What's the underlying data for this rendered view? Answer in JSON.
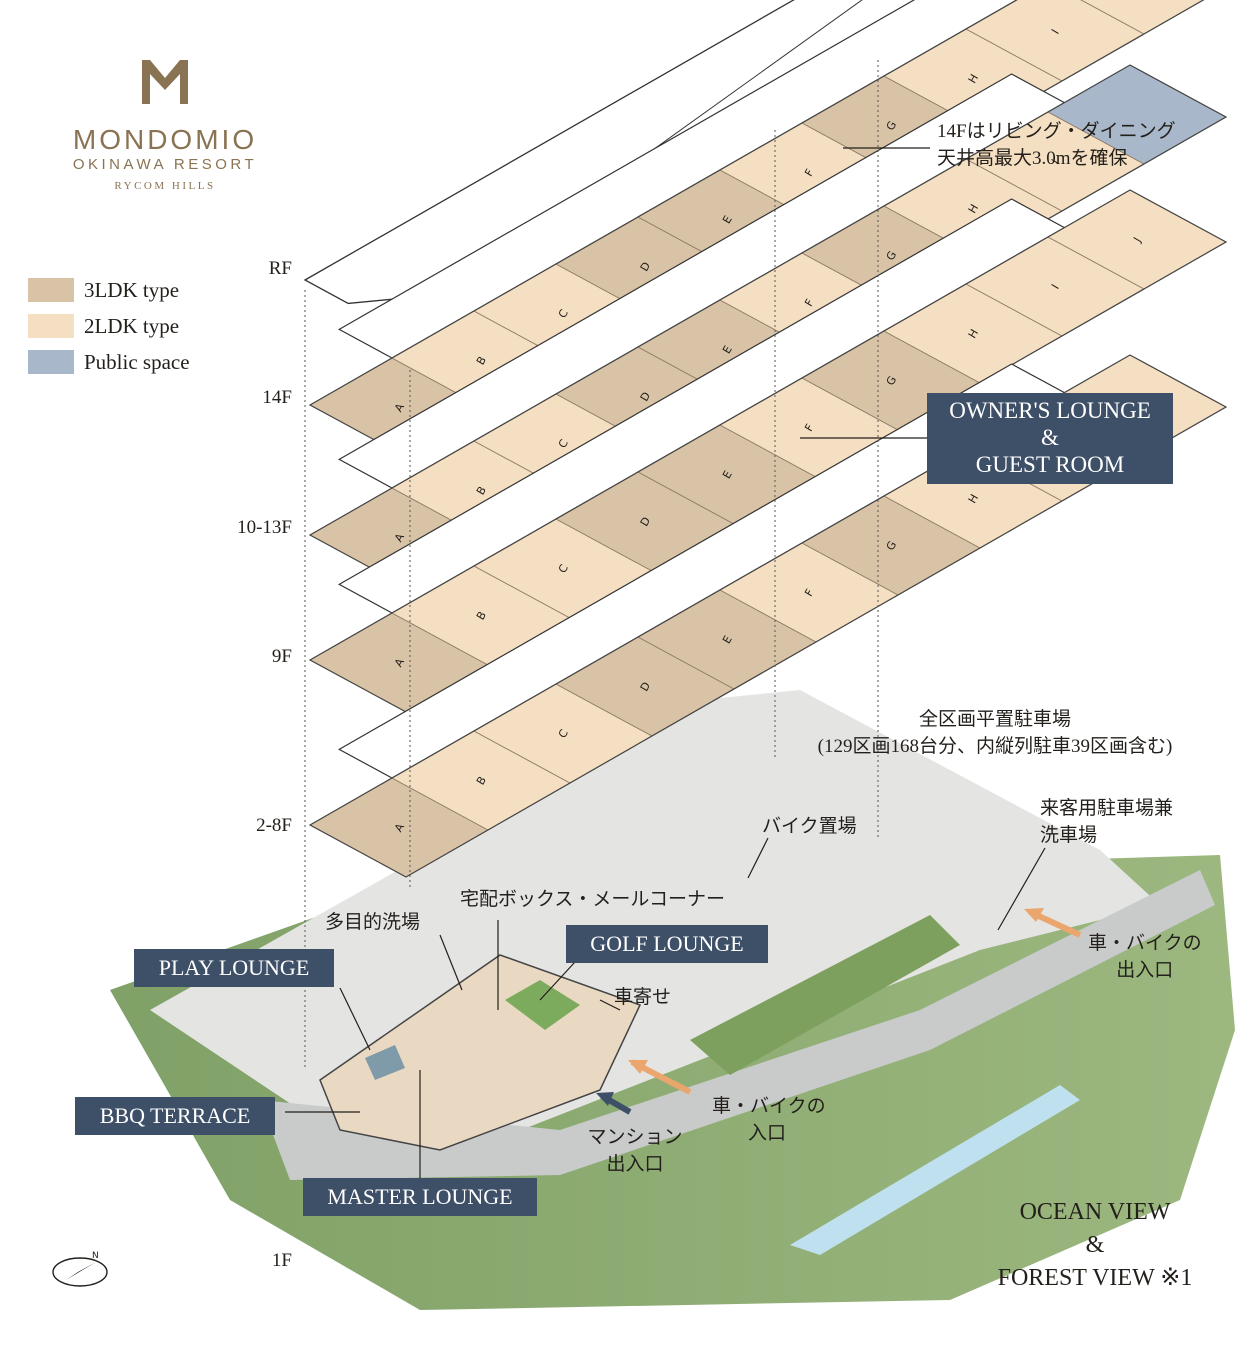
{
  "brand": {
    "name": "MONDOMIO",
    "sub": "OKINAWA RESORT",
    "tagline": "RYCOM HILLS"
  },
  "legend": [
    {
      "label": "3LDK type",
      "color": "#d9c3a6"
    },
    {
      "label": "2LDK type",
      "color": "#f5dfc2"
    },
    {
      "label": "Public space",
      "color": "#a8b7c9"
    }
  ],
  "floors": {
    "rf": "RF",
    "f14": "14F",
    "f10_13": "10-13F",
    "f9": "9F",
    "f2_8": "2-8F",
    "f1": "1F"
  },
  "unit_letters": [
    "A",
    "B",
    "C",
    "D",
    "E",
    "F",
    "G",
    "H",
    "I",
    "J"
  ],
  "notes": {
    "ceiling": [
      "14Fはリビング・ダイニング",
      "天井高最大3.0mを確保"
    ],
    "parking": [
      "全区画平置駐車場",
      "(129区画168台分、内縦列駐車39区画含む)"
    ],
    "visitor_parking": [
      "来客用駐車場兼",
      "洗車場"
    ],
    "bike_parking": "バイク置場",
    "delivery_box": "宅配ボックス・メールコーナー",
    "wash_area": "多目的洗場",
    "drop_off": "車寄せ",
    "car_entrance_exit": [
      "車・バイクの",
      "出入口"
    ],
    "car_entrance": [
      "車・バイクの",
      "入口"
    ],
    "mansion_entrance": [
      "マンション",
      "出入口"
    ]
  },
  "lounges": {
    "owners": [
      "OWNER'S LOUNGE",
      "&",
      "GUEST ROOM"
    ],
    "play": "PLAY LOUNGE",
    "golf": "GOLF LOUNGE",
    "bbq": "BBQ TERRACE",
    "master": "MASTER LOUNGE"
  },
  "view_note": [
    "OCEAN VIEW",
    "&",
    "FOREST VIEW ※1"
  ],
  "colors": {
    "ldk3": "#d9c3a6",
    "ldk2": "#f5dfc2",
    "public": "#a8b7c9",
    "navy": "#3e5068",
    "brand": "#8a7353"
  }
}
